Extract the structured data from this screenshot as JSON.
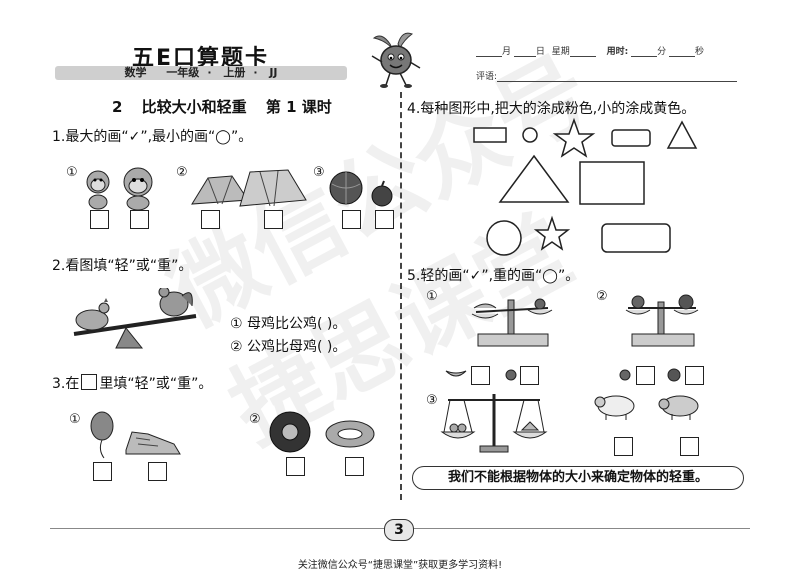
{
  "header": {
    "brand": "五E口算题卡",
    "subject": "数学",
    "grade": "一年级",
    "volume": "上册",
    "edition": "JJ",
    "date_month": "月",
    "date_day": "日",
    "date_week": "星期",
    "time_label": "用时:",
    "time_min": "分",
    "time_sec": "秒",
    "comment_label": "评语:"
  },
  "lesson": {
    "number": "2",
    "title": "比较大小和轻重",
    "period": "第 1 课时"
  },
  "questions": {
    "q1": {
      "text": "1.最大的画“✓”,最小的画“◯”。",
      "n1": "①",
      "n2": "②",
      "n3": "③"
    },
    "q2": {
      "text": "2.看图填“轻”或“重”。",
      "line1": "① 母鸡比公鸡(        )。",
      "line2": "② 公鸡比母鸡(        )。"
    },
    "q3": {
      "prefix": "3.在",
      "suffix": "里填“轻”或“重”。",
      "n1": "①",
      "n2": "②"
    },
    "q4": {
      "text": "4.每种图形中,把大的涂成粉色,小的涂成黄色。"
    },
    "q5": {
      "text": "5.轻的画“✓”,重的画“◯”。",
      "n1": "①",
      "n2": "②",
      "n3": "③"
    }
  },
  "note": "我们不能根据物体的大小来确定物体的轻重。",
  "page_number": "3",
  "footer": "关注微信公众号“捷思课堂”获取更多学习资料!",
  "watermark": {
    "line1": "微信公众号",
    "line2": "捷思课堂"
  }
}
